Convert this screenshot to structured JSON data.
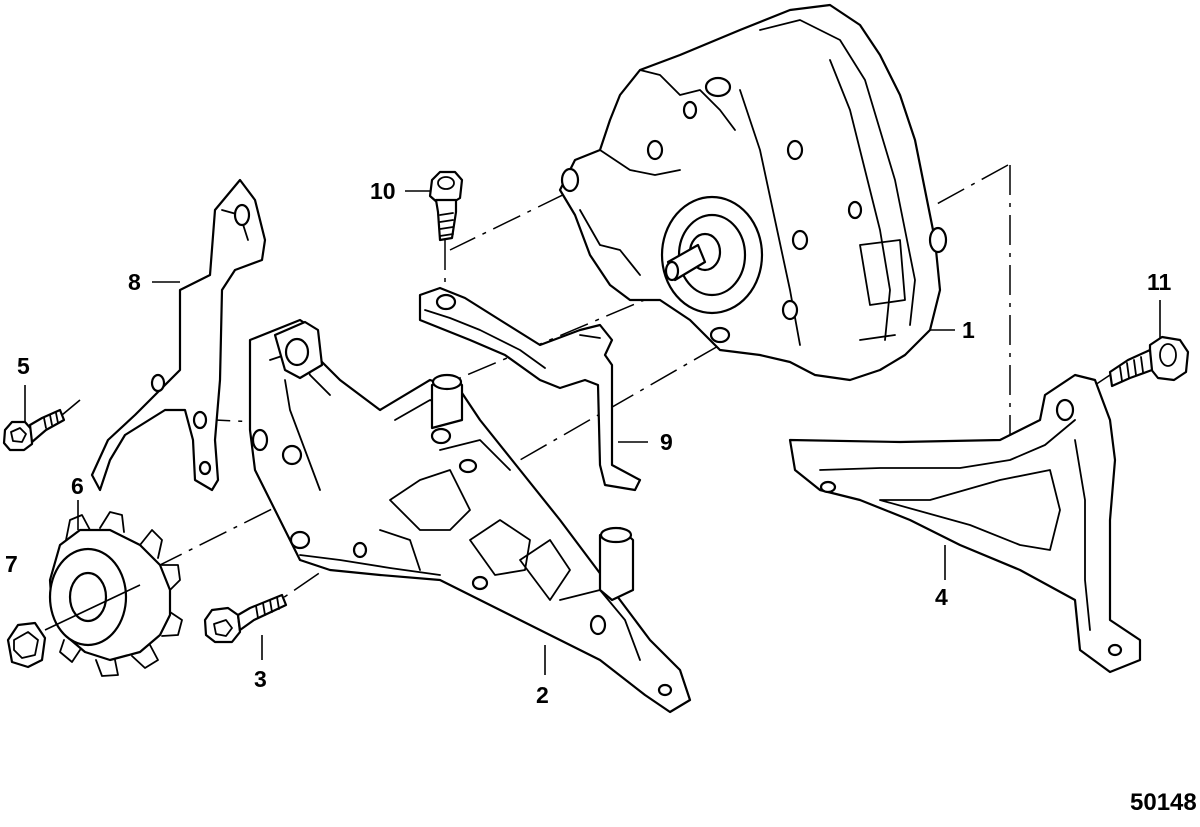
{
  "diagram": {
    "callouts": {
      "c1": "1",
      "c2": "2",
      "c3": "3",
      "c4": "4",
      "c5": "5",
      "c6": "6",
      "c7": "7",
      "c8": "8",
      "c9": "9",
      "c10": "10",
      "c11": "11"
    },
    "figure_number": "50148"
  },
  "colors": {
    "line": "#000000",
    "background": "#ffffff"
  }
}
